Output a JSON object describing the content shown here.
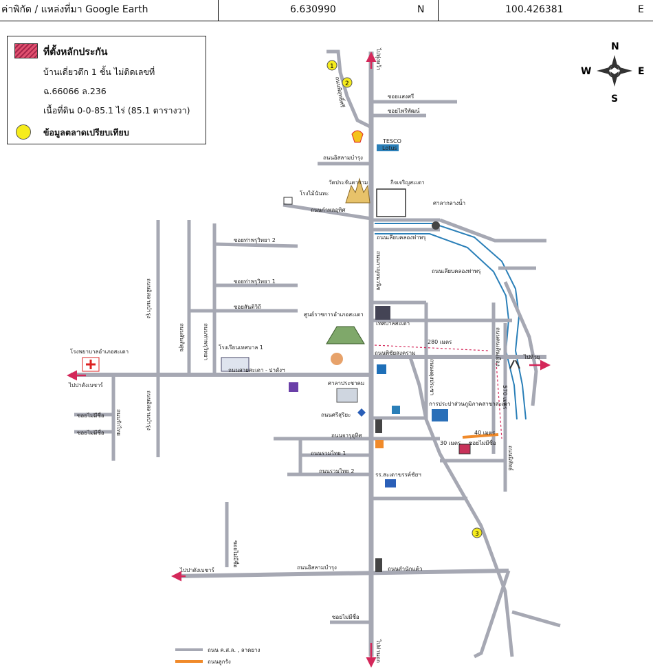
{
  "header": {
    "label": "ค่าพิกัด / แหล่งที่มา Google Earth",
    "latitude": "6.630990",
    "lat_dir": "N",
    "longitude": "100.426381",
    "lon_dir": "E"
  },
  "legend": {
    "collateral_title": "ที่ตั้งหลักประกัน",
    "line1": "บ้านเดี่ยวตึก 1 ชั้น  ไม่ติดเลขที่",
    "line2": "ฉ.66066 ล.236",
    "line3": "เนื้อที่ดิน 0-0-85.1 ไร่ (85.1 ตารางวา)",
    "market_label": "ข้อมูลตลาดเปรียบเทียบ",
    "collateral_color": "#c8325a",
    "market_color": "#f6ec1c"
  },
  "compass": {
    "n": "N",
    "s": "S",
    "e": "E",
    "w": "W"
  },
  "markers": {
    "m1": "1",
    "m2": "2",
    "m3": "3"
  },
  "labels": {
    "top_road": "ไปทุ่งหว้า",
    "bottom_road": "ไปท่านอก",
    "left_road": "ไปปาดังเบซาร์",
    "left_road_bottom": "ไปปาดังเบซาร์",
    "right_road": "ไปหัวยุ",
    "soi_sangsri": "ซอยแสงศรี",
    "soi_phraiphat": "ซอยไพรีพัฒน์",
    "road_upper_left": "ถนนพิสุทธิ์ศรี",
    "road_isan_top": "ถนนอิสลามบำรุง",
    "tesco1": "TESCO",
    "tesco2": "Lotus",
    "wat": "วัดประจันตาราม",
    "kitjaroen": "กิจเจริญสะเดา",
    "rongmai": "โรงไม้นันทะ",
    "road_kampol": "ถนนกำพลอุทิศ",
    "sala": "ศาลากลางน้ำ",
    "road_klong1": "ถนนเลียบคลองท่าพรุ",
    "road_klong2": "ถนนเลียบคลองท่าพรุ",
    "soi_thapru2": "ซอยท่าพรุวิทยา 2",
    "soi_thapru1": "ซอยท่าพรุวิทยา 1",
    "soi_santi": "ซอยสันติวิถี",
    "road_isan_v": "ถนนอิสลามบำรุง",
    "road_kanchana": "ถนนกาญจนวนิช",
    "road_santisuk": "ถนนสันติสุข",
    "road_thapru_v": "ถนนท่าพรุวิทยา",
    "gov_center": "ศูนย์ราชการอำเภอสะเดา",
    "municipal": "เทศบาลสะเดา",
    "school": "โรงเรียนเทศบาล 1",
    "hospital": "โรงพยาบาลอำเภอสะเดา",
    "road_sadao_padang": "ถนนสายสะเดา - ปาดังฯ",
    "dist_280": "280 เมตร",
    "road_phichai": "ถนนพิชัยสงคราม",
    "road_phadung": "ถนนผดุงประชา",
    "road_ratchada_v": "ถนนคนเดินเมือง",
    "dist_570": "570 เมตร",
    "sala_pracha": "ศาลาประชาคม",
    "road_srisuriya": "ถนนศรีสุริยะ",
    "waterworks": "การประปาส่วนภูมิภาคสาขาสะเดา",
    "soi_nomname1": "ซอยไม่มีชื่อ",
    "soi_nomname2": "ซอยไม่มีชื่อ",
    "road_rakthai": "ถนนรักไทย",
    "road_isan_v2": "ถนนอิสลามบำรุง",
    "dist_40": "40 เมตร",
    "dist_30": "30 เมตร",
    "soi_nomname3": "ซอยไม่มีชื่อ",
    "road_jaru": "ถนนจารุอุทิศ",
    "road_ruamthai1": "ถนนรวมไทย 1",
    "road_ruamthai2": "ถนนรวมไทย 2",
    "road_thani": "ถนนนิพัทธ์",
    "school2": "รร.สะเดาขรรค์ชัยฯ",
    "road_isan_bottom": "ถนนอิสลามบำรุง",
    "road_samnak": "ถนนสำนักแต้ว",
    "soi_nomname_v": "ซอยไม่มีชื่อ",
    "soi_nomname4": "ซอยไม่มีชื่อ",
    "legend_road_grey": "ถนน ค.ส.ล. , ลาดยาง",
    "legend_road_orange": "ถนนลูกรัง"
  }
}
